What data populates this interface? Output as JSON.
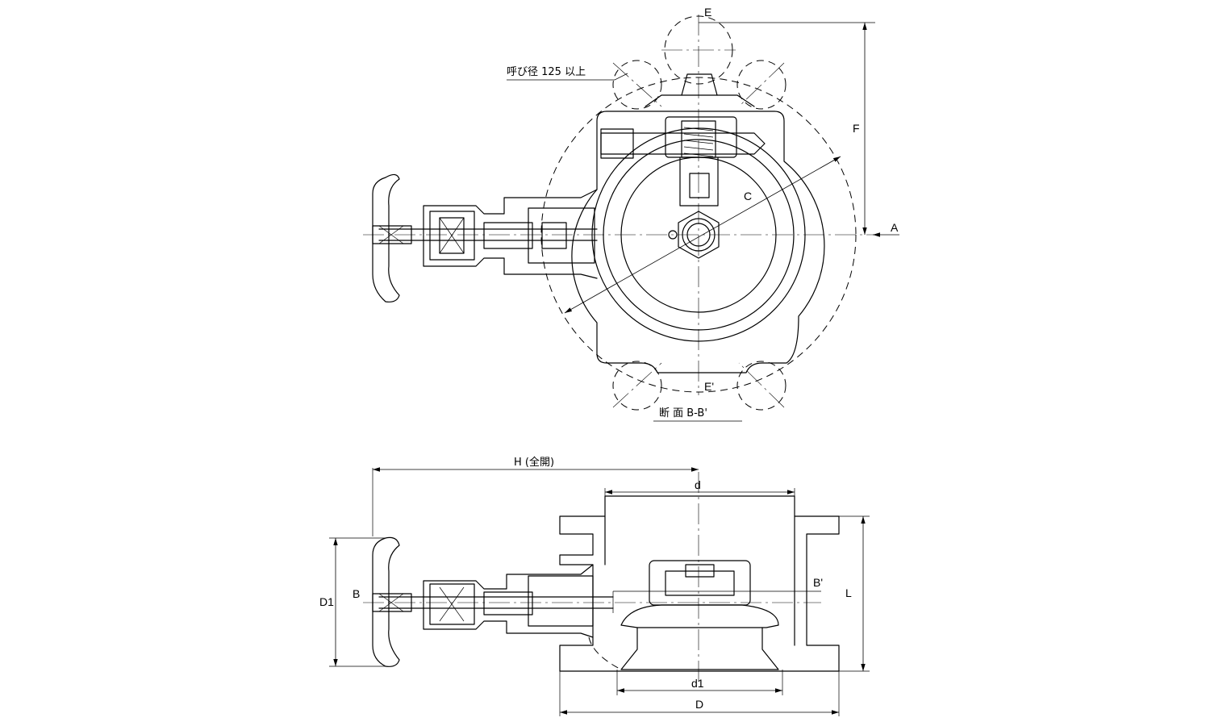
{
  "section_view": {
    "nominal_note": "呼び径 125 以上",
    "section_title": "断 面 B-B'",
    "labels": {
      "E_top": "E",
      "E_bottom": "E'",
      "F": "F",
      "A": "A",
      "C": "C"
    }
  },
  "side_view": {
    "labels": {
      "H": "H (全開)",
      "d": "d",
      "B": "B",
      "B_prime": "B'",
      "D1": "D1",
      "L": "L",
      "d1": "d1",
      "D": "D"
    }
  }
}
